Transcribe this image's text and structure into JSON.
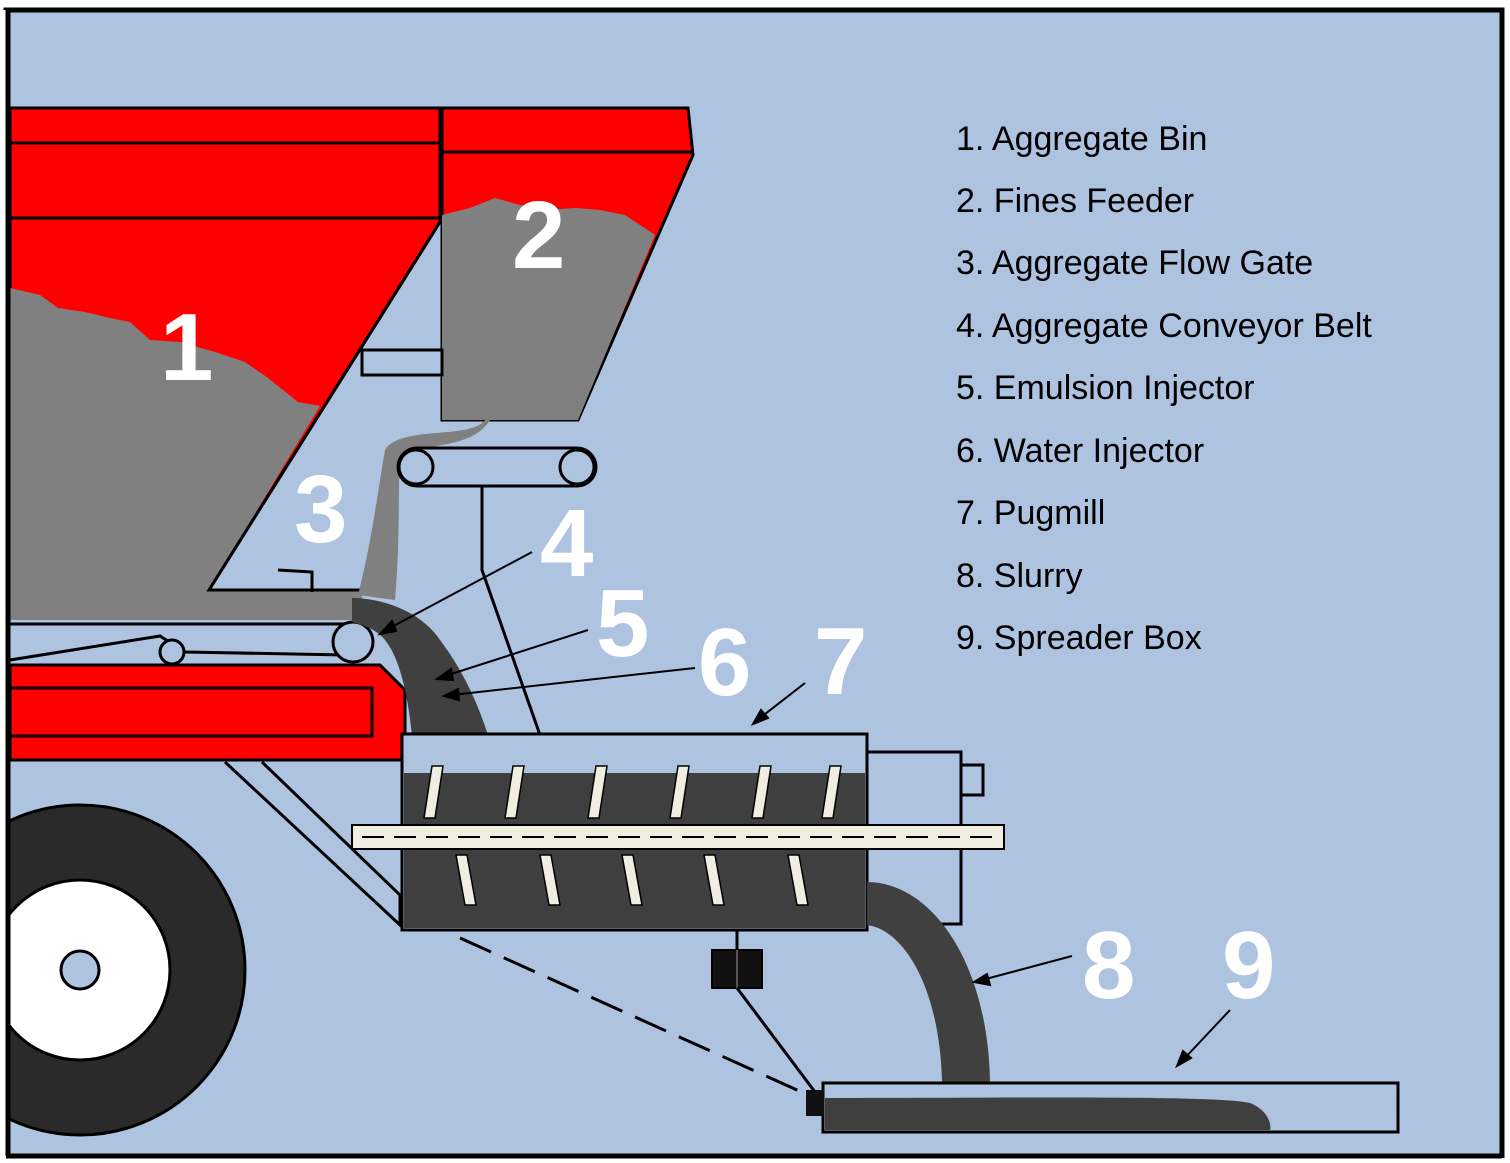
{
  "diagram": {
    "callouts": [
      "1",
      "2",
      "3",
      "4",
      "5",
      "6",
      "7",
      "8",
      "9"
    ],
    "legend": [
      "1. Aggregate Bin",
      "2. Fines Feeder",
      "3. Aggregate Flow Gate",
      "4. Aggregate Conveyor Belt",
      "5. Emulsion Injector",
      "6. Water Injector",
      "7. Pugmill",
      "8. Slurry",
      "9. Spreader Box"
    ]
  },
  "colors": {
    "background": "#aec3e0",
    "bin_red": "#ff0000",
    "aggregate_gray": "#808080",
    "slurry_dark": "#3f3f3f",
    "tire": "#2a2a2a",
    "paddle": "#f0eee0",
    "outline": "#000000"
  }
}
